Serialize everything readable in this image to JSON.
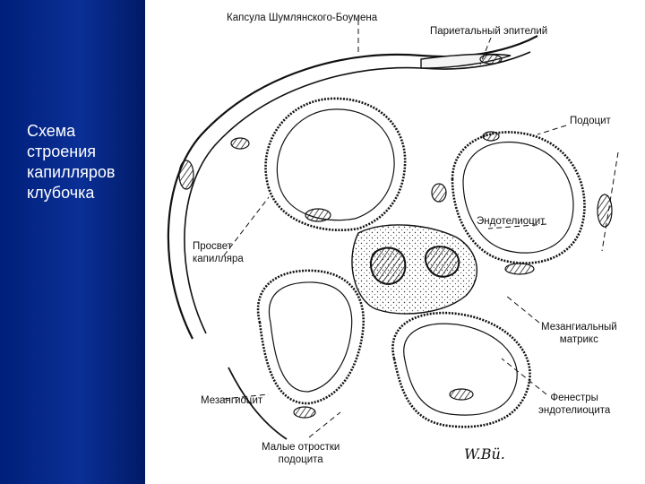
{
  "slide": {
    "title_lines": [
      "Схема",
      "строения",
      "капилляров",
      "клубочка"
    ]
  },
  "labels": {
    "capsule": "Капсула Шумлянского-Боумена",
    "parietal": "Париетальный эпителий",
    "podocyte": "Подоцит",
    "endotheliocyte": "Эндотелиоцит",
    "lumen": [
      "Просвет",
      "капилляра"
    ],
    "mesangial_matrix": [
      "Мезангиальный",
      "матрикс"
    ],
    "mesangiocyte": "Мезангиоцит",
    "fenestrae": [
      "Фенестры",
      "эндотелиоцита"
    ],
    "small_processes": [
      "Малые отростки",
      "подоцита"
    ],
    "signature": "W.Bü."
  },
  "colors": {
    "sidebar": "#0a2f96",
    "title_text": "#ffffff",
    "ink": "#111111"
  }
}
